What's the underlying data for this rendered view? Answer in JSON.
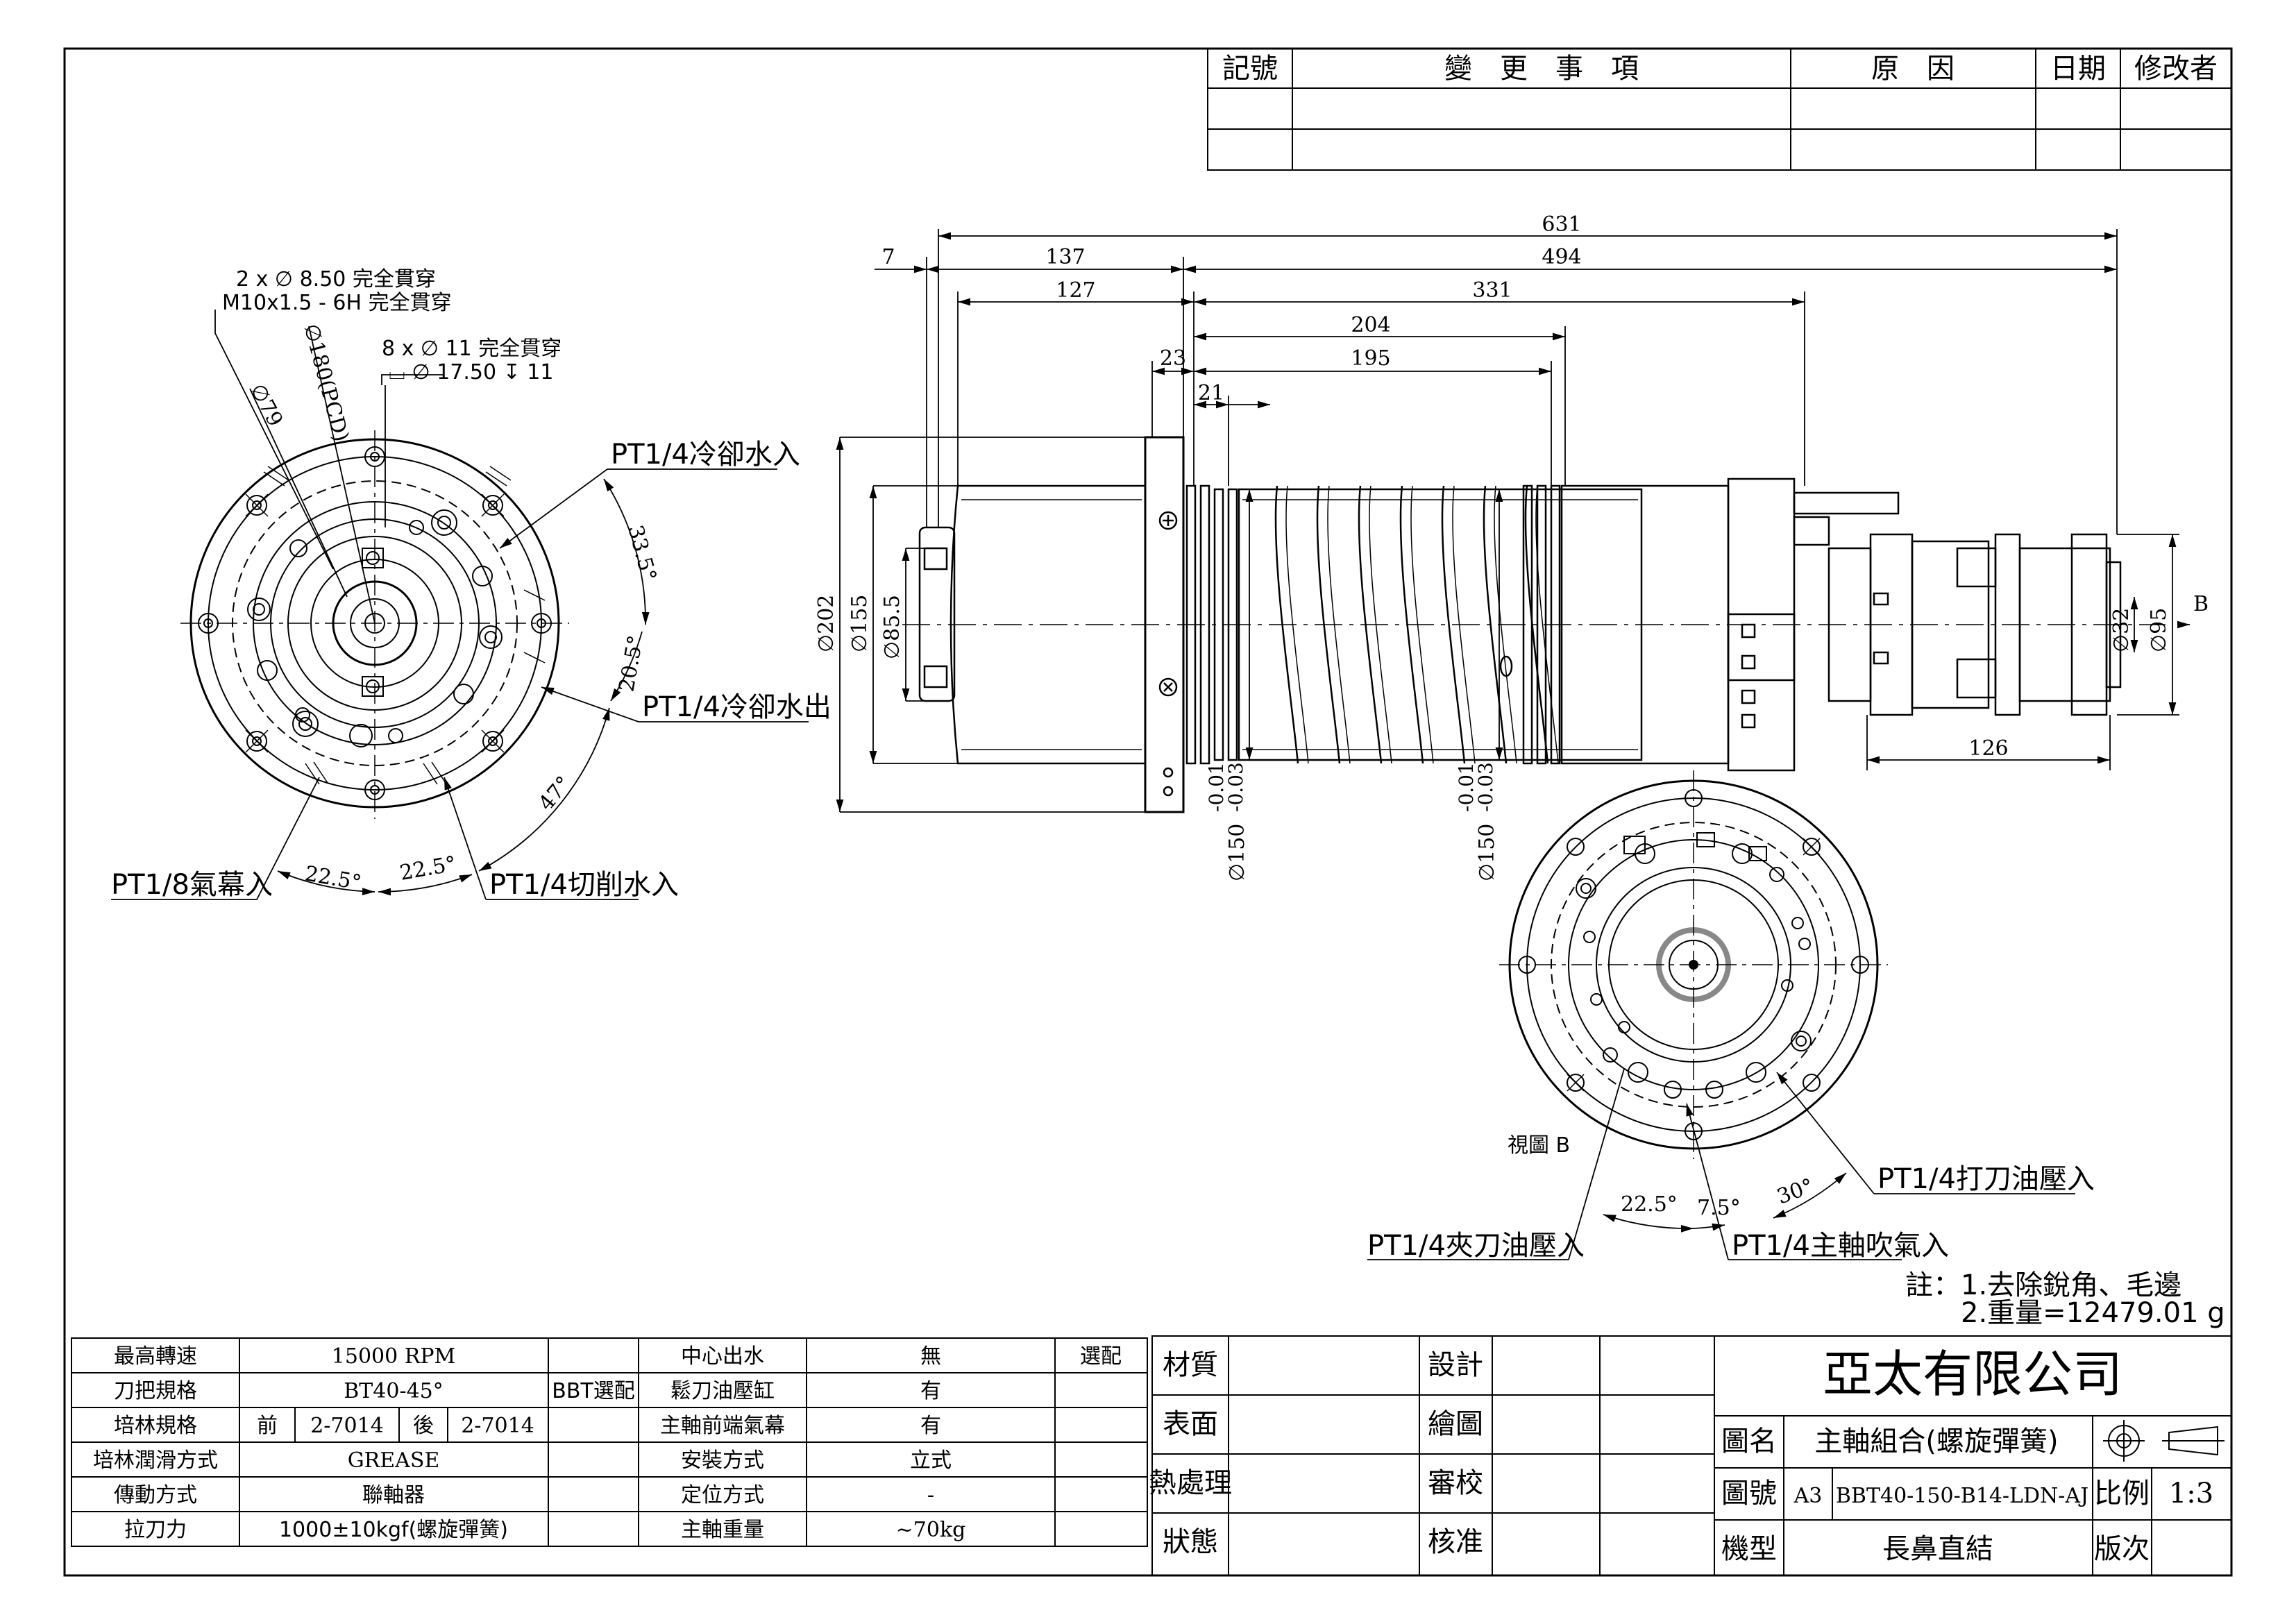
{
  "revision_table": {
    "headers": [
      "記號",
      "變　更　事　項",
      "原　因",
      "日期",
      "修改者"
    ]
  },
  "front_view": {
    "callouts": {
      "holes_through_1": "2 x ∅ 8.50 完全貫穿",
      "holes_through_2": "M10x1.5 - 6H 完全貫穿",
      "holes_8x_1": "8 x ∅ 11 完全貫穿",
      "holes_8x_2": "⌴ ∅ 17.50 ↧ 11",
      "dia_pcd": "∅180(PCD)",
      "dia_79": "∅79",
      "coolant_in": "PT1/4冷卻水入",
      "coolant_out": "PT1/4冷卻水出",
      "air_curtain": "PT1/8氣幕入",
      "cutting_water": "PT1/4切削水入",
      "angle_33_5": "33.5°",
      "angle_20_5": "20.5°",
      "angle_47": "47°",
      "angle_22_5_a": "22.5°",
      "angle_22_5_b": "22.5°"
    }
  },
  "side_view": {
    "dims": {
      "d631": "631",
      "d7": "7",
      "d137": "137",
      "d494": "494",
      "d127": "127",
      "d331": "331",
      "d204": "204",
      "d23": "23",
      "d195": "195",
      "d21": "21",
      "d126": "126",
      "dia202": "∅202",
      "dia155": "∅155",
      "dia85_5": "∅85.5",
      "dia32": "∅32",
      "dia95": "∅95",
      "dia150a": "∅150",
      "tol_a1": "-0.01",
      "tol_a2": "-0.03",
      "dia150b": "∅150",
      "tol_b1": "-0.01",
      "tol_b2": "-0.03",
      "view_b_label": "B"
    }
  },
  "rear_view": {
    "title": "視圖 B",
    "callouts": {
      "clamp_oil": "PT1/4夾刀油壓入",
      "air_blow": "PT1/4主軸吹氣入",
      "unclamp_oil": "PT1/4打刀油壓入",
      "angle_22_5": "22.5°",
      "angle_7_5": "7.5°",
      "angle_30": "30°"
    }
  },
  "notes": {
    "line1": "註：1.去除銳角、毛邊",
    "line2": "2.重量=12479.01 g"
  },
  "spec_table": {
    "rows": [
      {
        "label": "最高轉速",
        "value": "15000    RPM",
        "extra": "",
        "label2": "中心出水",
        "value2": "無",
        "extra2": "選配"
      },
      {
        "label": "刀把規格",
        "value": "BT40-45°",
        "extra": "BBT選配",
        "label2": "鬆刀油壓缸",
        "value2": "有",
        "extra2": ""
      },
      {
        "label": "培林規格",
        "front": "前",
        "front_val": "2-7014",
        "rear": "後",
        "rear_val": "2-7014",
        "label2": "主軸前端氣幕",
        "value2": "有",
        "extra2": ""
      },
      {
        "label": "培林潤滑方式",
        "value": "GREASE",
        "extra": "",
        "label2": "安裝方式",
        "value2": "立式",
        "extra2": ""
      },
      {
        "label": "傳動方式",
        "value": "聯軸器",
        "extra": "",
        "label2": "定位方式",
        "value2": "-",
        "extra2": ""
      },
      {
        "label": "拉刀力",
        "value": "1000±10kgf(螺旋彈簧)",
        "extra": "",
        "label2": "主軸重量",
        "value2": "~70kg",
        "extra2": ""
      }
    ]
  },
  "title_block": {
    "material": "材質",
    "surface": "表面",
    "heat": "熱處理",
    "status": "狀態",
    "design": "設計",
    "draw": "繪圖",
    "review": "審校",
    "approve": "核准",
    "company": "亞太有限公司",
    "name_label": "圖名",
    "name_value": "主軸組合(螺旋彈簧)",
    "no_label": "圖號",
    "size": "A3",
    "no_value": "BBT40-150-B14-LDN-AJ",
    "scale_label": "比例",
    "scale_value": "1:3",
    "model_label": "機型",
    "model_value": "長鼻直結",
    "version_label": "版次"
  }
}
